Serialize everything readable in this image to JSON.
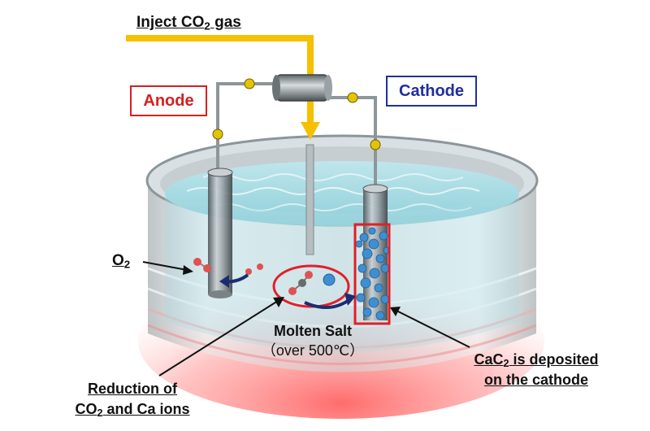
{
  "labels": {
    "inject_pre": "Inject CO",
    "inject_sub": "2",
    "inject_post": " gas",
    "anode": "Anode",
    "cathode": "Cathode",
    "o2_main": "O",
    "o2_sub": "2",
    "molten_line1": "Molten Salt",
    "molten_line2": "（over 500℃）",
    "reduction_line1": "Reduction of",
    "reduction_line2_a": "CO",
    "reduction_line2_sub": "2",
    "reduction_line2_b": " and Ca ions",
    "cac2_a": "CaC",
    "cac2_sub": "2",
    "cac2_b": " is deposited",
    "cac2_line2": "on the cathode"
  },
  "colors": {
    "anode": "#d42020",
    "cathode": "#1f2f9c",
    "highlight": "#e0202a",
    "gas_pipe": "#f6c000",
    "heat": "#ef3b3b"
  }
}
